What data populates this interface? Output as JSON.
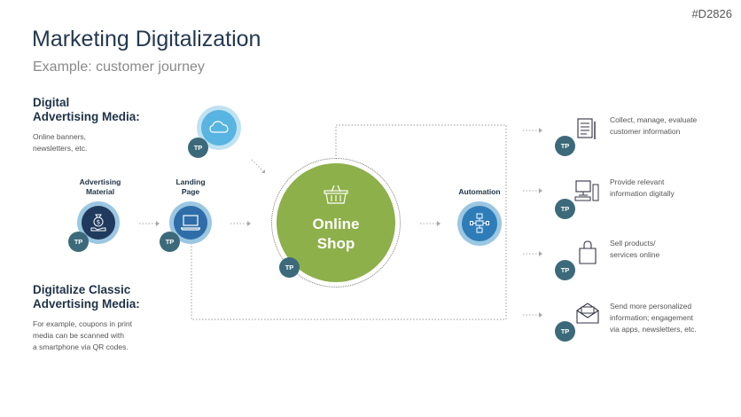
{
  "slide_id": "#D2826",
  "title": "Marketing Digitalization",
  "subtitle": "Example: customer journey",
  "digital_ads": {
    "heading_line1": "Digital",
    "heading_line2": "Advertising Media:",
    "desc_line1": "Online banners,",
    "desc_line2": "newsletters, etc."
  },
  "classic_ads": {
    "heading_line1": "Digitalize Classic",
    "heading_line2": "Advertising Media:",
    "desc_line1": "For example, coupons in print",
    "desc_line2": "media can be scanned with",
    "desc_line3": "a smartphone via QR codes."
  },
  "nodes": {
    "advertising_material_line1": "Advertising",
    "advertising_material_line2": "Material",
    "landing_page_line1": "Landing",
    "landing_page_line2": "Page",
    "automation": "Automation",
    "online_shop_line1": "Online",
    "online_shop_line2": "Shop"
  },
  "tp_label": "TP",
  "outcomes": [
    {
      "line1": "Collect, manage, evaluate",
      "line2": "customer information",
      "line3": ""
    },
    {
      "line1": "Provide relevant",
      "line2": "information digitally",
      "line3": ""
    },
    {
      "line1": "Sell products/",
      "line2": "services online",
      "line3": ""
    },
    {
      "line1": "Send more personalized",
      "line2": "information; engagement",
      "line3": "via apps, newsletters, etc."
    }
  ],
  "icons": {
    "cloud": "cloud-icon",
    "money_hand": "money-hand-icon",
    "laptop": "laptop-icon",
    "basket": "shopping-basket-icon",
    "flowchart": "flowchart-icon",
    "document": "document-icon",
    "computer": "computer-icon",
    "bag": "shopping-bag-icon",
    "envelope": "envelope-icon"
  },
  "colors": {
    "dark_blue": "#1f3a5c",
    "mid_blue": "#2e7db8",
    "light_blue": "#7fc3e6",
    "green": "#8db04a",
    "tp": "#3c6a7a"
  }
}
